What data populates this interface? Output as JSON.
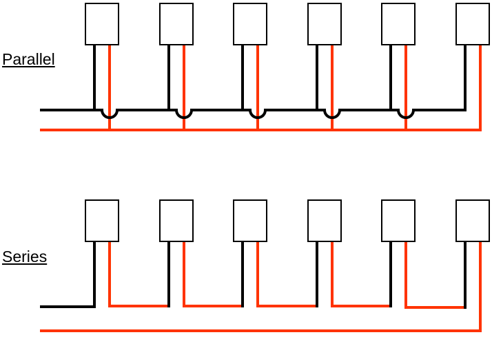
{
  "labels": {
    "parallel": "Parallel",
    "series": "Series"
  },
  "colors": {
    "negative_wire": "#000000",
    "positive_wire": "#ff3300",
    "device_fill": "#ffffff",
    "device_stroke": "#000000"
  },
  "diagram": {
    "device_count_per_row": 6,
    "rows": [
      {
        "id": "parallel",
        "wiring": "parallel"
      },
      {
        "id": "series",
        "wiring": "series"
      }
    ]
  }
}
